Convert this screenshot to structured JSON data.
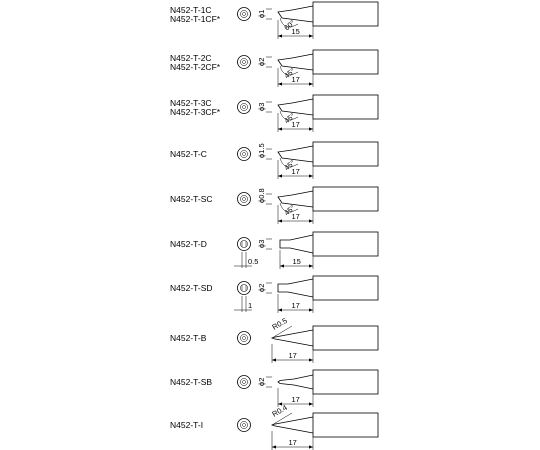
{
  "tips": [
    {
      "names": [
        "N452-T-1C",
        "N452-T-1CF*"
      ],
      "dia": "ϕ1",
      "len": "15",
      "angle": "60°",
      "kind": "bevel"
    },
    {
      "names": [
        "N452-T-2C",
        "N452-T-2CF*"
      ],
      "dia": "ϕ2",
      "len": "17",
      "angle": "45°",
      "kind": "bevel"
    },
    {
      "names": [
        "N452-T-3C",
        "N452-T-3CF*"
      ],
      "dia": "ϕ3",
      "len": "17",
      "angle": "45°",
      "kind": "bevel"
    },
    {
      "names": [
        "N452-T-C"
      ],
      "dia": "ϕ1.5",
      "len": "17",
      "angle": "45°",
      "kind": "bevel"
    },
    {
      "names": [
        "N452-T-SC"
      ],
      "dia": "ϕ0.8",
      "len": "17",
      "angle": "45°",
      "kind": "bevel"
    },
    {
      "names": [
        "N452-T-D"
      ],
      "dia": "ϕ3",
      "len": "15",
      "thick": "0.5",
      "kind": "chisel"
    },
    {
      "names": [
        "N452-T-SD"
      ],
      "dia": "ϕ2",
      "len": "17",
      "thick": "1",
      "kind": "chisel"
    },
    {
      "names": [
        "N452-T-B"
      ],
      "len": "17",
      "radius": "R0.5",
      "kind": "conical"
    },
    {
      "names": [
        "N452-T-SB"
      ],
      "dia": "ϕ2",
      "len": "17",
      "kind": "stepped"
    },
    {
      "names": [
        "N452-T-I"
      ],
      "len": "17",
      "radius": "R0.4",
      "kind": "conical"
    }
  ]
}
